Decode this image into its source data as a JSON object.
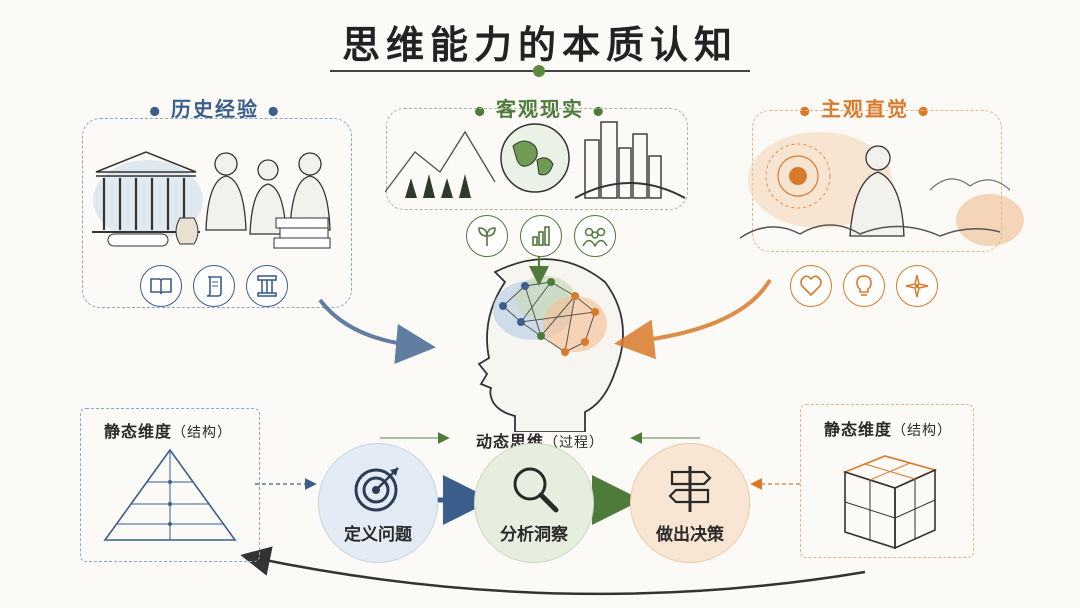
{
  "title": "思维能力的本质认知",
  "sources": {
    "history": {
      "label": "历史经验",
      "color": "#3b5f8c",
      "icons": [
        "book-icon",
        "scroll-icon",
        "column-icon"
      ]
    },
    "reality": {
      "label": "客观现实",
      "color": "#4e7a3a",
      "icons": [
        "sprout-icon",
        "bar-chart-icon",
        "people-icon"
      ]
    },
    "intuition": {
      "label": "主观直觉",
      "color": "#d97a2b",
      "icons": [
        "heart-icon",
        "lightbulb-icon",
        "compass-star-icon"
      ]
    }
  },
  "static_left": {
    "label": "静态维度",
    "paren": "（结构）"
  },
  "static_right": {
    "label": "静态维度",
    "paren": "（结构）"
  },
  "dynamic": {
    "label": "动态思维",
    "paren": "（过程）"
  },
  "steps": [
    {
      "label": "定义问题",
      "icon": "target-icon",
      "color": "#3b5f8c"
    },
    {
      "label": "分析洞察",
      "icon": "magnifier-icon",
      "color": "#4e7a3a"
    },
    {
      "label": "做出决策",
      "icon": "signpost-icon",
      "color": "#d97a2b"
    }
  ]
}
